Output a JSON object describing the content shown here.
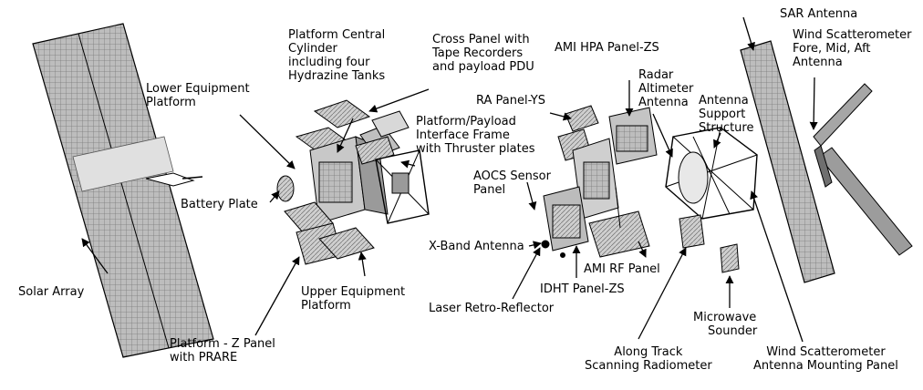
{
  "labels": {
    "sar_antenna": "SAR Antenna",
    "wind_scat_top": [
      "Wind Scatterometer",
      "Fore, Mid, Aft",
      "Antenna"
    ],
    "ami_hpa": "AMI HPA Panel-ZS",
    "cross_panel": [
      "Cross Panel with",
      "Tape Recorders",
      "and payload PDU"
    ],
    "platform_cylinder": [
      "Platform Central",
      "Cylinder",
      "including four",
      "Hydrazine Tanks"
    ],
    "lower_equipment": [
      "Lower Equipment",
      "Platform"
    ],
    "radar_altimeter": [
      "Radar",
      "Altimeter",
      "Antenna"
    ],
    "antenna_support": [
      "Antenna",
      "Support",
      "Structure"
    ],
    "ra_panel": "RA Panel-YS",
    "platform_payload": [
      "Platform/Payload",
      "Interface Frame",
      "with Thruster plates"
    ],
    "battery_plate": "Battery Plate",
    "aocs_sensor": [
      "AOCS Sensor",
      "Panel"
    ],
    "x_band": "X-Band Antenna",
    "ami_rf": "AMI RF Panel",
    "solar_array": "Solar Array",
    "upper_equipment": [
      "Upper Equipment",
      "Platform"
    ],
    "idht_panel": "IDHT Panel-ZS",
    "laser_retro": "Laser Retro-Reflector",
    "platform_z": [
      "Platform - Z Panel",
      "with PRARE"
    ],
    "microwave_sounder": [
      "Microwave",
      "Sounder"
    ],
    "along_track": [
      "Along Track",
      "Scanning Radiometer"
    ],
    "wind_scat_bottom": [
      "Wind Scatterometer",
      "Antenna Mounting Panel"
    ]
  },
  "colors": {
    "ink": "#000000",
    "panel": "#a8a8a8",
    "panel_dark": "#7a7a7a",
    "panel_light": "#d0d0d0"
  }
}
